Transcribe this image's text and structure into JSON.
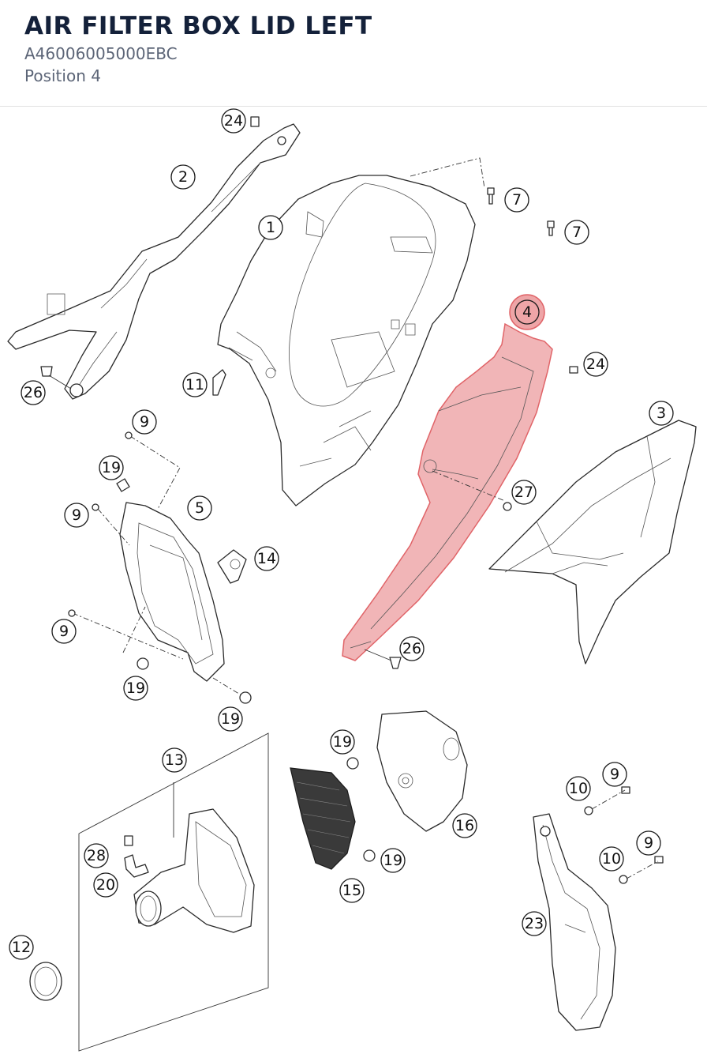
{
  "header": {
    "title": "AIR FILTER BOX LID LEFT",
    "part_number": "A46006005000EBC",
    "position": "Position 4"
  },
  "colors": {
    "title": "#14213a",
    "subtitle": "#5c6577",
    "highlight": "#e8878a",
    "highlight_stroke": "#e06468"
  },
  "highlighted_callout": "4",
  "callouts": {
    "c1": "1",
    "c2": "2",
    "c3": "3",
    "c4": "4",
    "c5": "5",
    "c7a": "7",
    "c7b": "7",
    "c9a": "9",
    "c9b": "9",
    "c9c": "9",
    "c9d": "9",
    "c9e": "9",
    "c10a": "10",
    "c10b": "10",
    "c11": "11",
    "c12": "12",
    "c13": "13",
    "c14": "14",
    "c15": "15",
    "c16": "16",
    "c19a": "19",
    "c19b": "19",
    "c19c": "19",
    "c19d": "19",
    "c19e": "19",
    "c20": "20",
    "c23": "23",
    "c24a": "24",
    "c24b": "24",
    "c26a": "26",
    "c26b": "26",
    "c27": "27",
    "c28": "28"
  }
}
